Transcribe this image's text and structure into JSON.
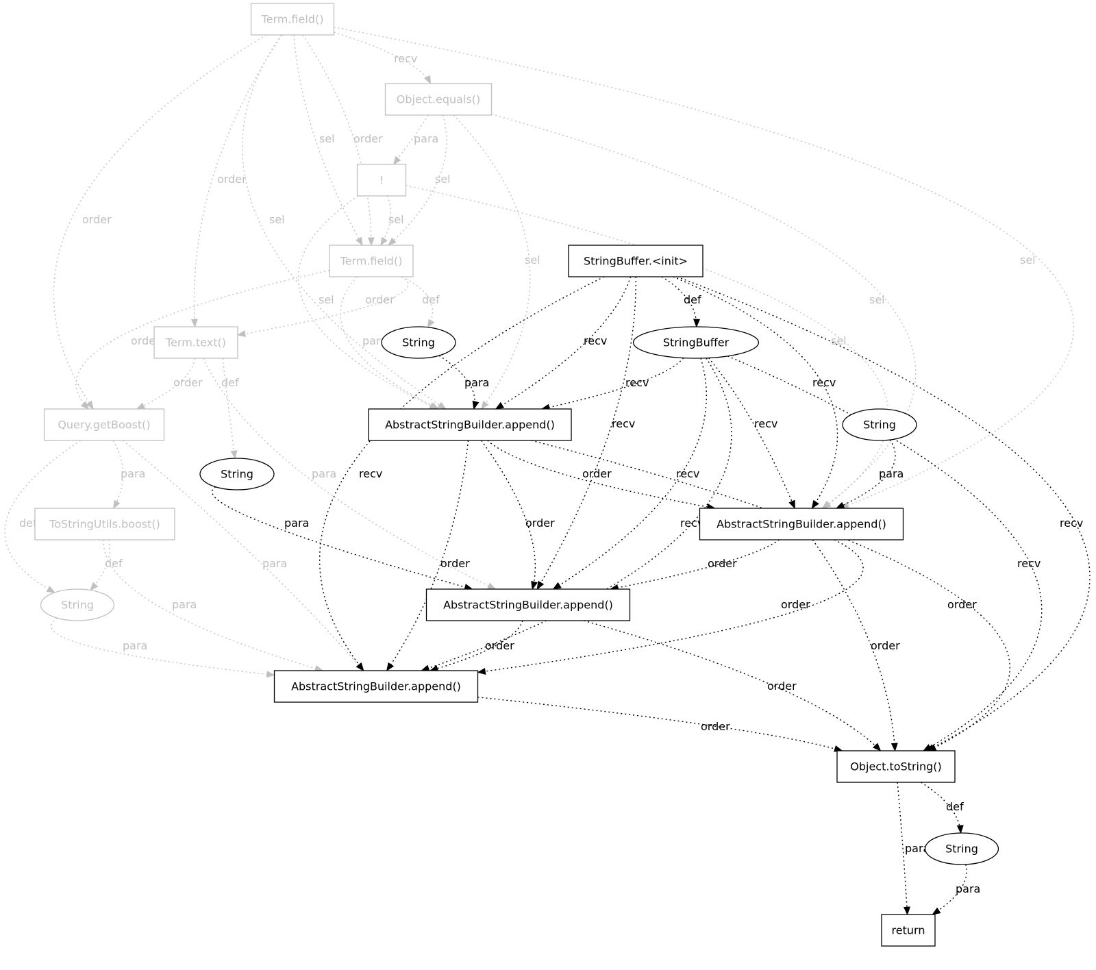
{
  "colors": {
    "active": "#000000",
    "faded": "#c0c0c0"
  },
  "nodes": [
    {
      "id": "n1",
      "label": "Term.field()",
      "shape": "box",
      "faded": true
    },
    {
      "id": "n2",
      "label": "Object.equals()",
      "shape": "box",
      "faded": true
    },
    {
      "id": "n3",
      "label": "!",
      "shape": "box",
      "faded": true
    },
    {
      "id": "n4",
      "label": "Term.field()",
      "shape": "box",
      "faded": true
    },
    {
      "id": "n5",
      "label": "StringBuffer.<init>",
      "shape": "box",
      "faded": false
    },
    {
      "id": "n6",
      "label": "Term.text()",
      "shape": "box",
      "faded": true
    },
    {
      "id": "n7",
      "label": "String",
      "shape": "ellipse",
      "faded": false
    },
    {
      "id": "n8",
      "label": "StringBuffer",
      "shape": "ellipse",
      "faded": false
    },
    {
      "id": "n9",
      "label": "Query.getBoost()",
      "shape": "box",
      "faded": true
    },
    {
      "id": "n10",
      "label": "AbstractStringBuilder.append()",
      "shape": "box",
      "faded": false
    },
    {
      "id": "n11",
      "label": "String",
      "shape": "ellipse",
      "faded": false
    },
    {
      "id": "n12",
      "label": "String",
      "shape": "ellipse",
      "faded": false
    },
    {
      "id": "n13",
      "label": "ToStringUtils.boost()",
      "shape": "box",
      "faded": true
    },
    {
      "id": "n14",
      "label": "AbstractStringBuilder.append()",
      "shape": "box",
      "faded": false
    },
    {
      "id": "n15",
      "label": "String",
      "shape": "ellipse",
      "faded": true
    },
    {
      "id": "n16",
      "label": "AbstractStringBuilder.append()",
      "shape": "box",
      "faded": false
    },
    {
      "id": "n17",
      "label": "AbstractStringBuilder.append()",
      "shape": "box",
      "faded": false
    },
    {
      "id": "n18",
      "label": "Object.toString()",
      "shape": "box",
      "faded": false
    },
    {
      "id": "n19",
      "label": "String",
      "shape": "ellipse",
      "faded": false
    },
    {
      "id": "n20",
      "label": "return",
      "shape": "box",
      "faded": false
    }
  ],
  "edges": [
    {
      "from": "n1",
      "to": "n2",
      "label": "recv",
      "faded": true
    },
    {
      "from": "n1",
      "to": "n4",
      "label": "sel",
      "faded": true
    },
    {
      "from": "n1",
      "to": "n4",
      "label": "order",
      "faded": true
    },
    {
      "from": "n1",
      "to": "n6",
      "label": "order",
      "faded": true
    },
    {
      "from": "n1",
      "to": "n9",
      "label": "order",
      "faded": true
    },
    {
      "from": "n1",
      "to": "n10",
      "label": "sel",
      "faded": true
    },
    {
      "from": "n1",
      "to": "n14",
      "label": "sel",
      "faded": true
    },
    {
      "from": "n2",
      "to": "n3",
      "label": "para",
      "faded": true
    },
    {
      "from": "n2",
      "to": "n4",
      "label": "sel",
      "faded": true
    },
    {
      "from": "n2",
      "to": "n10",
      "label": "sel",
      "faded": true
    },
    {
      "from": "n2",
      "to": "n14",
      "label": "sel",
      "faded": true
    },
    {
      "from": "n3",
      "to": "n4",
      "label": "sel",
      "faded": true
    },
    {
      "from": "n3",
      "to": "n14",
      "label": "sel",
      "faded": true
    },
    {
      "from": "n3",
      "to": "n10",
      "label": "sel",
      "faded": true
    },
    {
      "from": "n4",
      "to": "n6",
      "label": "order",
      "faded": true
    },
    {
      "from": "n4",
      "to": "n7",
      "label": "def",
      "faded": true
    },
    {
      "from": "n4",
      "to": "n9",
      "label": "order",
      "faded": true
    },
    {
      "from": "n4",
      "to": "n10",
      "label": "para",
      "faded": true
    },
    {
      "from": "n6",
      "to": "n9",
      "label": "order",
      "faded": true
    },
    {
      "from": "n6",
      "to": "n12",
      "label": "def",
      "faded": true
    },
    {
      "from": "n6",
      "to": "n16",
      "label": "para",
      "faded": true
    },
    {
      "from": "n9",
      "to": "n13",
      "label": "para",
      "faded": true
    },
    {
      "from": "n9",
      "to": "n15",
      "label": "def",
      "faded": true
    },
    {
      "from": "n9",
      "to": "n17",
      "label": "para",
      "faded": true
    },
    {
      "from": "n13",
      "to": "n15",
      "label": "def",
      "faded": true
    },
    {
      "from": "n13",
      "to": "n17",
      "label": "para",
      "faded": true
    },
    {
      "from": "n15",
      "to": "n17",
      "label": "para",
      "faded": true
    },
    {
      "from": "n5",
      "to": "n8",
      "label": "def",
      "faded": false
    },
    {
      "from": "n5",
      "to": "n10",
      "label": "recv",
      "faded": false
    },
    {
      "from": "n5",
      "to": "n17",
      "label": "recv",
      "faded": false
    },
    {
      "from": "n5",
      "to": "n16",
      "label": "recv",
      "faded": false
    },
    {
      "from": "n5",
      "to": "n14",
      "label": "recv",
      "faded": false
    },
    {
      "from": "n5",
      "to": "n18",
      "label": "recv",
      "faded": false
    },
    {
      "from": "n7",
      "to": "n10",
      "label": "para",
      "faded": false
    },
    {
      "from": "n8",
      "to": "n10",
      "label": "recv",
      "faded": false
    },
    {
      "from": "n8",
      "to": "n14",
      "label": "recv",
      "faded": false
    },
    {
      "from": "n8",
      "to": "n16",
      "label": "recv",
      "faded": false
    },
    {
      "from": "n8",
      "to": "n17",
      "label": "recv",
      "faded": false
    },
    {
      "from": "n8",
      "to": "n18",
      "label": "recv",
      "faded": false
    },
    {
      "from": "n10",
      "to": "n14",
      "label": "order",
      "faded": false
    },
    {
      "from": "n10",
      "to": "n16",
      "label": "order",
      "faded": false
    },
    {
      "from": "n10",
      "to": "n17",
      "label": "order",
      "faded": false
    },
    {
      "from": "n10",
      "to": "n18",
      "label": "order",
      "faded": false
    },
    {
      "from": "n11",
      "to": "n14",
      "label": "para",
      "faded": false
    },
    {
      "from": "n12",
      "to": "n16",
      "label": "para",
      "faded": false
    },
    {
      "from": "n14",
      "to": "n16",
      "label": "order",
      "faded": false
    },
    {
      "from": "n14",
      "to": "n17",
      "label": "order",
      "faded": false
    },
    {
      "from": "n14",
      "to": "n18",
      "label": "order",
      "faded": false
    },
    {
      "from": "n16",
      "to": "n17",
      "label": "order",
      "faded": false
    },
    {
      "from": "n16",
      "to": "n18",
      "label": "order",
      "faded": false
    },
    {
      "from": "n17",
      "to": "n18",
      "label": "order",
      "faded": false
    },
    {
      "from": "n18",
      "to": "n20",
      "label": "para",
      "faded": false
    },
    {
      "from": "n18",
      "to": "n19",
      "label": "def",
      "faded": false
    },
    {
      "from": "n19",
      "to": "n20",
      "label": "para",
      "faded": false
    }
  ]
}
